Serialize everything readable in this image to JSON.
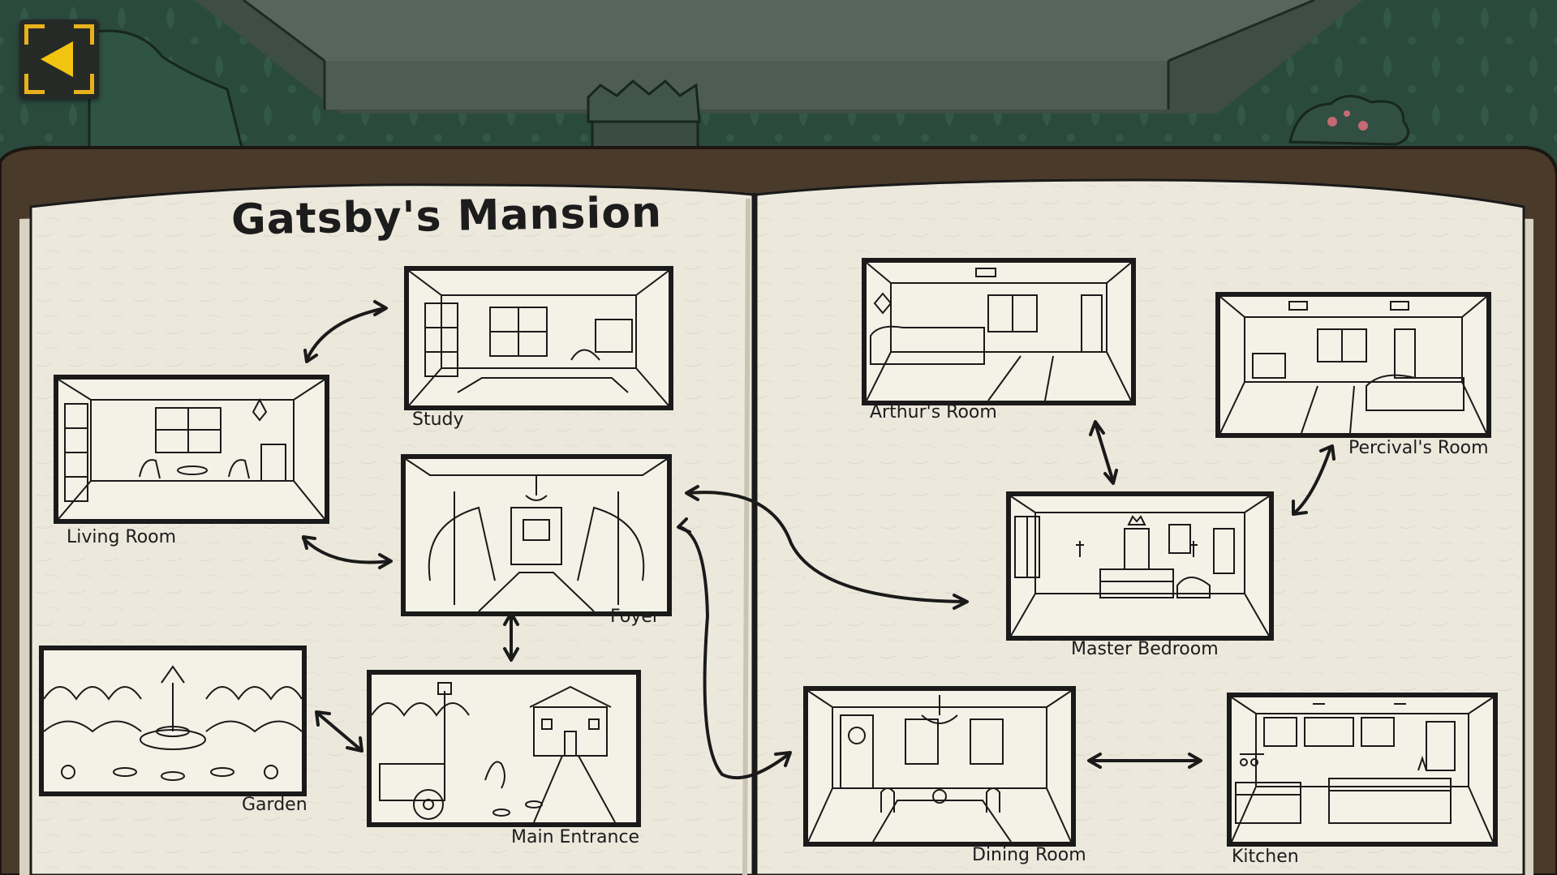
{
  "title": "Gatsby's Mansion",
  "rooms": {
    "study": "Study",
    "living_room": "Living Room",
    "foyer": "Foyer",
    "garden": "Garden",
    "main_entrance": "Main Entrance",
    "arthurs_room": "Arthur's Room",
    "percivals_room": "Percival's Room",
    "master_bedroom": "Master Bedroom",
    "dining_room": "Dining Room",
    "kitchen": "Kitchen"
  },
  "colors": {
    "wall": "#2b4a3e",
    "paper": "#ece8dc",
    "ink": "#1a1a1a",
    "accent": "#f1c40f",
    "book_cover": "#4a3a2a"
  },
  "icons": {
    "back": "back-arrow-icon"
  }
}
